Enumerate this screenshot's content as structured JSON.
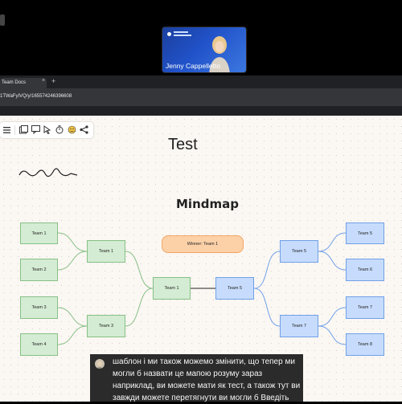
{
  "call": {
    "participant_name": "Jenny Cappelletto"
  },
  "browser": {
    "tab_title": "Team Docs",
    "tab_close": "×",
    "tab_add": "+",
    "url": "1TWaFyIVQ/y/165574246396608"
  },
  "whiteboard": {
    "title": "Test",
    "mindmap_title": "Mindmap",
    "toolbar_icons": [
      "menu-icon",
      "sticky-note-icon",
      "comment-icon",
      "cursor-icon",
      "timer-icon",
      "reaction-icon",
      "share-icon"
    ],
    "nodes": {
      "left_outer": [
        "Team 1",
        "Team 2",
        "Team 3",
        "Team 4"
      ],
      "left_mid": [
        "Team 1",
        "Team 3"
      ],
      "center_left": "Team 1",
      "center_right": "Team 5",
      "right_mid": [
        "Team 5",
        "Team 7"
      ],
      "right_outer": [
        "Team 5",
        "Team 6",
        "Team 7",
        "Team 8"
      ],
      "winner": "Winner: Team 1"
    },
    "colors": {
      "green_fill": "#d4ecd3",
      "blue_fill": "#c7dcfc",
      "orange_fill": "#fcd1a8",
      "green_line": "#86c085",
      "blue_line": "#6fa0e8"
    }
  },
  "caption": {
    "text": "шаблон і ми також можемо змінити, що тепер ми могли б назвати це мапою розуму зараз наприклад, ви можете мати як тест, а також тут ви завжди можете перетягнути ви могли б Введіть"
  }
}
